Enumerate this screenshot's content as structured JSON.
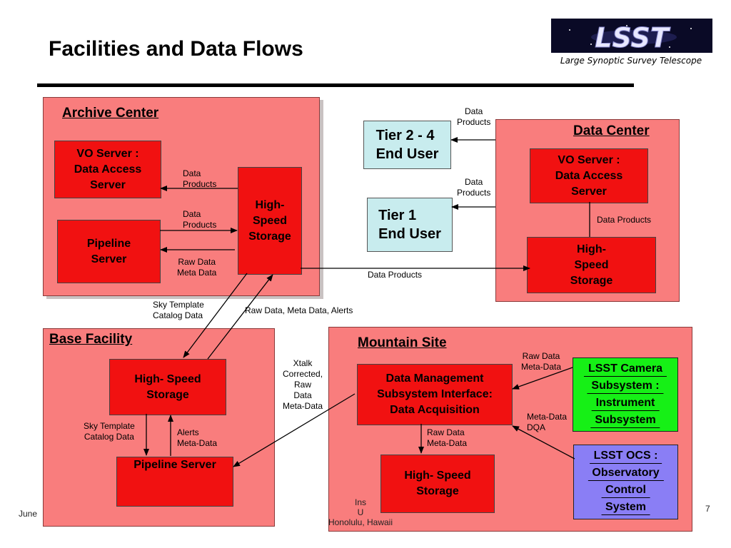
{
  "title": "Facilities and Data Flows",
  "logo": {
    "mark": "LSST",
    "tagline": "Large Synoptic Survey Telescope"
  },
  "archive": {
    "title": "Archive Center",
    "vo_server": "VO Server :\nData Access\nServer",
    "pipeline_server": "Pipeline\nServer",
    "storage": "High-\nSpeed\nStorage",
    "lbl_data_products_1": "Data\nProducts",
    "lbl_data_products_2": "Data\nProducts",
    "lbl_raw_meta": "Raw Data\nMeta Data"
  },
  "data_center": {
    "title": "Data Center",
    "vo_server": "VO Server :\nData Access\nServer",
    "storage": "High-\nSpeed\nStorage",
    "lbl_data_products": "Data Products"
  },
  "tier24": {
    "label": "Tier 2 - 4\nEnd User",
    "lbl": "Data\nProducts"
  },
  "tier1": {
    "label": " Tier 1\nEnd User",
    "lbl": "Data\nProducts"
  },
  "lbl_archive_to_dc": "Data Products",
  "lbl_sky_template_top": "Sky Template\nCatalog Data",
  "lbl_raw_meta_alerts": "Raw Data, Meta Data, Alerts",
  "base": {
    "title": "Base Facility",
    "storage": "High- Speed\nStorage",
    "pipeline_server": "Pipeline Server",
    "lbl_sky_template": "Sky Template\nCatalog Data",
    "lbl_alerts": "Alerts\nMeta-Data"
  },
  "lbl_xtalk": "Xtalk\nCorrected,\nRaw\nData\nMeta-Data",
  "mountain": {
    "title": "Mountain Site",
    "dm_interface": "Data Management\nSubsystem Interface:\nData Acquisition",
    "storage": "High- Speed\nStorage",
    "camera": [
      "LSST Camera",
      "Subsystem :",
      "Instrument",
      "Subsystem"
    ],
    "ocs": [
      "LSST OCS :",
      "Observatory",
      "Control",
      "System"
    ],
    "lbl_raw_meta_cam": "Raw Data\nMeta-Data",
    "lbl_meta_dqa": "Meta-Data\nDQA",
    "lbl_raw_meta_down": "Raw Data\nMeta-Data"
  },
  "footer": {
    "left": "June",
    "center": "Ins\nU\nHonolulu, Hawaii",
    "page": "7"
  },
  "colors": {
    "panel": "#f97d7d",
    "box": "#f11111",
    "cyan": "#c8ecee",
    "green": "#16f016",
    "blue": "#8a7ef5"
  }
}
